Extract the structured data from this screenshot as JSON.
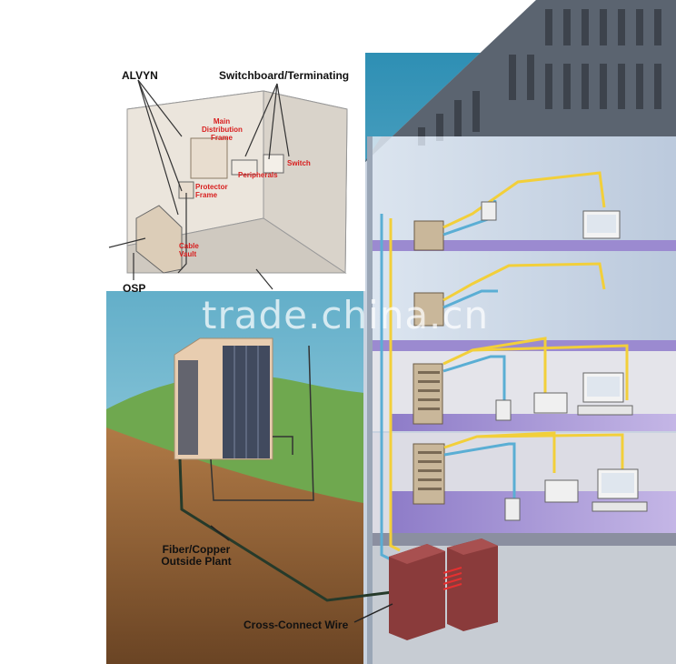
{
  "labels": {
    "alvyn": "ALVYN",
    "switchboard": "Switchboard/Terminating",
    "main_frame": "Main Distribution Frame",
    "switch": "Switch",
    "peripherals": "Peripherals",
    "protector": "Protector Frame",
    "cable_vault": "Cable Vault",
    "osp": "OSP",
    "fiber_line1": "Fiber/Copper",
    "fiber_line2": "Outside Plant",
    "cross_connect": "Cross-Connect Wire"
  },
  "watermark": "trade.china.cn",
  "colors": {
    "sky": "#5fb7cf",
    "hill": "#7fb25b",
    "ground": "#8a5a2f",
    "floor": "#a995d4",
    "cable_yellow": "#f2cf3a",
    "cable_blue": "#5aaed4",
    "cabinet": "#8a3b3b",
    "label_red": "#d81e1e"
  }
}
